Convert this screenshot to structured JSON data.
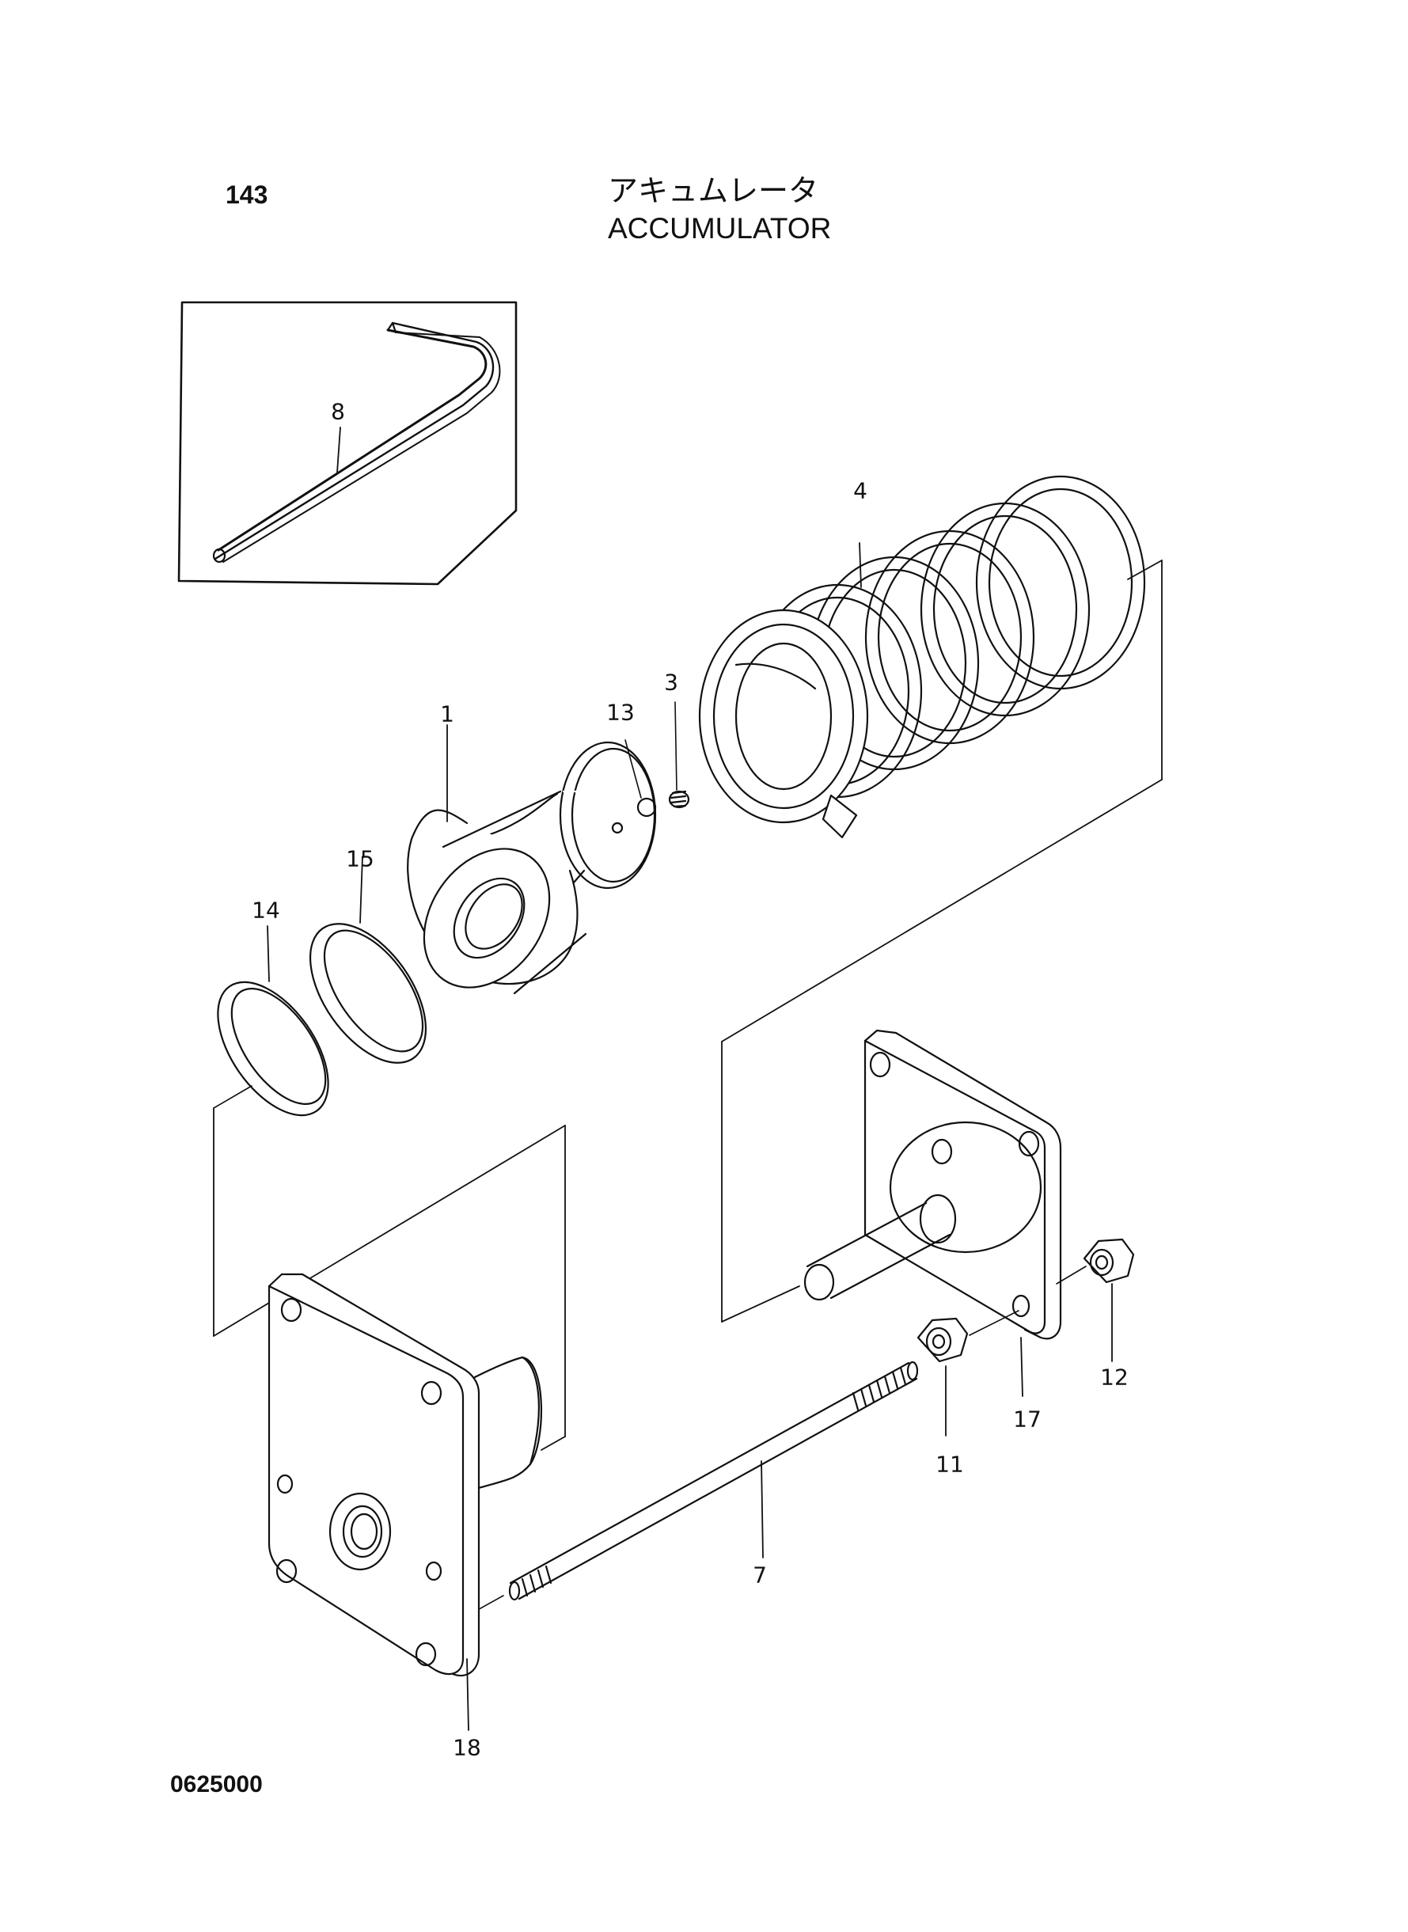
{
  "header": {
    "page_number": "143",
    "title_japanese": "アキュムレータ",
    "title_english": "ACCUMULATOR"
  },
  "footer": {
    "document_code": "0625000"
  },
  "callouts": {
    "c1": "1",
    "c3": "3",
    "c4": "4",
    "c7": "7",
    "c8": "8",
    "c11": "11",
    "c12": "12",
    "c13": "13",
    "c14": "14",
    "c15": "15",
    "c17": "17",
    "c18": "18"
  }
}
